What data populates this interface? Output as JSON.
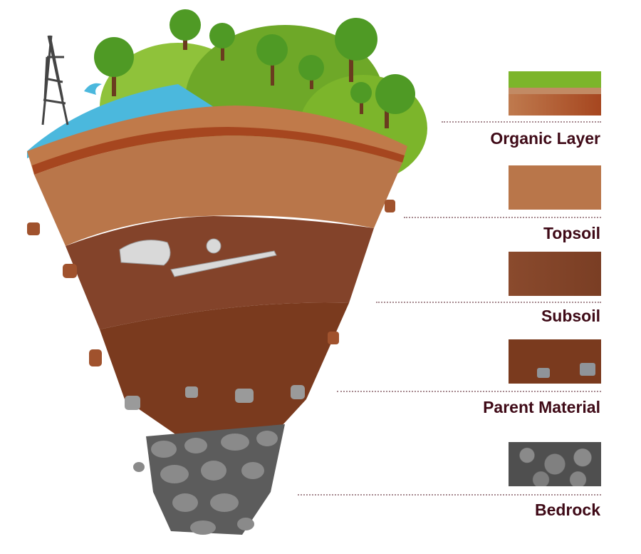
{
  "layers": [
    {
      "name": "Organic Layer",
      "color": "#b5673c"
    },
    {
      "name": "Topsoil",
      "color": "#b9764a"
    },
    {
      "name": "Subsoil",
      "color": "#83432a"
    },
    {
      "name": "Parent Material",
      "color": "#7a3a1e"
    },
    {
      "name": "Bedrock",
      "color": "#6b6b6b"
    }
  ],
  "colors": {
    "label": "#3f0a17",
    "grass": "#7cb52b",
    "water": "#4bb8dd"
  }
}
